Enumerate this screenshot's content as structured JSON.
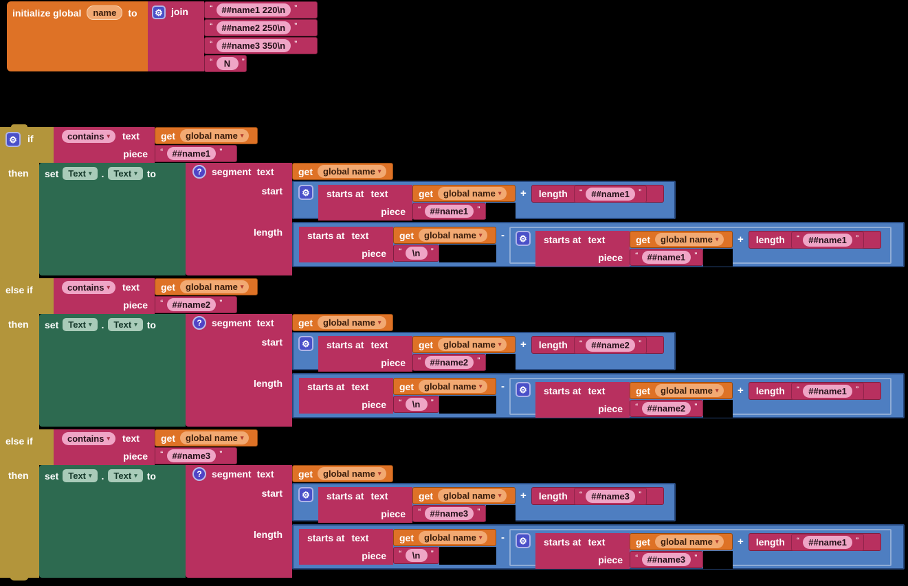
{
  "glyphs": {
    "quote_open": "“",
    "quote_close": "”",
    "caret": "▾",
    "gear": "⚙",
    "help": "?",
    "plus": "+",
    "minus": "-",
    "dot": "."
  },
  "colors": {
    "canvas_bg": "#000000",
    "control_gold": "#B3953B",
    "text_magenta": "#B8305F",
    "text_field_pink": "#EFA5C6",
    "variable_orange": "#DE7226",
    "variable_field": "#F2A972",
    "setter_green": "#2D6A50",
    "setter_field": "#A9CBB9",
    "math_blue": "#4E7EC1",
    "icon_indigo": "#4A50C8"
  },
  "init_block": {
    "title": "initialize global",
    "name_field": "name",
    "to_label": "to",
    "join_label": "join",
    "items": [
      "##name1 220\\n",
      "##name2 250\\n",
      "##name3 350\\n",
      "N"
    ]
  },
  "if_block": {
    "branches": [
      {
        "keyword": "if",
        "show_gear": true,
        "then_label": "then",
        "cond": {
          "op": "contains",
          "text": "text",
          "get_label": "get",
          "var": "global name",
          "piece_label": "piece",
          "piece": "##name1"
        },
        "set": {
          "set": "set",
          "comp": "Text",
          "prop": "Text",
          "to": "to"
        },
        "seg": {
          "segment": "segment",
          "text": "text",
          "get_label": "get",
          "var": "global name",
          "start_label": "start",
          "length_label": "length"
        },
        "start": {
          "sa": {
            "l1": "starts at",
            "l2": "text",
            "get_label": "get",
            "var": "global name",
            "piece_label": "piece",
            "piece": "##name1"
          },
          "plus": "+",
          "len": {
            "label": "length",
            "value": "##name1"
          }
        },
        "len": {
          "sa": {
            "l1": "starts at",
            "l2": "text",
            "get_label": "get",
            "var": "global name",
            "piece_label": "piece",
            "piece": "\\n"
          },
          "minus": "-",
          "inner": {
            "sa": {
              "l1": "starts at",
              "l2": "text",
              "get_label": "get",
              "var": "global name",
              "piece_label": "piece",
              "piece": "##name1"
            },
            "plus": "+",
            "len": {
              "label": "length",
              "value": "##name1"
            }
          }
        }
      },
      {
        "keyword": "else if",
        "show_gear": false,
        "then_label": "then",
        "cond": {
          "op": "contains",
          "text": "text",
          "get_label": "get",
          "var": "global name",
          "piece_label": "piece",
          "piece": "##name2"
        },
        "set": {
          "set": "set",
          "comp": "Text",
          "prop": "Text",
          "to": "to"
        },
        "seg": {
          "segment": "segment",
          "text": "text",
          "get_label": "get",
          "var": "global name",
          "start_label": "start",
          "length_label": "length"
        },
        "start": {
          "sa": {
            "l1": "starts at",
            "l2": "text",
            "get_label": "get",
            "var": "global name",
            "piece_label": "piece",
            "piece": "##name2"
          },
          "plus": "+",
          "len": {
            "label": "length",
            "value": "##name2"
          }
        },
        "len": {
          "sa": {
            "l1": "starts at",
            "l2": "text",
            "get_label": "get",
            "var": "global name",
            "piece_label": "piece",
            "piece": "\\n"
          },
          "minus": "-",
          "inner": {
            "sa": {
              "l1": "starts at",
              "l2": "text",
              "get_label": "get",
              "var": "global name",
              "piece_label": "piece",
              "piece": "##name2"
            },
            "plus": "+",
            "len": {
              "label": "length",
              "value": "##name1"
            }
          }
        }
      },
      {
        "keyword": "else if",
        "show_gear": false,
        "then_label": "then",
        "cond": {
          "op": "contains",
          "text": "text",
          "get_label": "get",
          "var": "global name",
          "piece_label": "piece",
          "piece": "##name3"
        },
        "set": {
          "set": "set",
          "comp": "Text",
          "prop": "Text",
          "to": "to"
        },
        "seg": {
          "segment": "segment",
          "text": "text",
          "get_label": "get",
          "var": "global name",
          "start_label": "start",
          "length_label": "length"
        },
        "start": {
          "sa": {
            "l1": "starts at",
            "l2": "text",
            "get_label": "get",
            "var": "global name",
            "piece_label": "piece",
            "piece": "##name3"
          },
          "plus": "+",
          "len": {
            "label": "length",
            "value": "##name3"
          }
        },
        "len": {
          "sa": {
            "l1": "starts at",
            "l2": "text",
            "get_label": "get",
            "var": "global name",
            "piece_label": "piece",
            "piece": "\\n"
          },
          "minus": "-",
          "inner": {
            "sa": {
              "l1": "starts at",
              "l2": "text",
              "get_label": "get",
              "var": "global name",
              "piece_label": "piece",
              "piece": "##name3"
            },
            "plus": "+",
            "len": {
              "label": "length",
              "value": "##name1"
            }
          }
        }
      }
    ]
  }
}
